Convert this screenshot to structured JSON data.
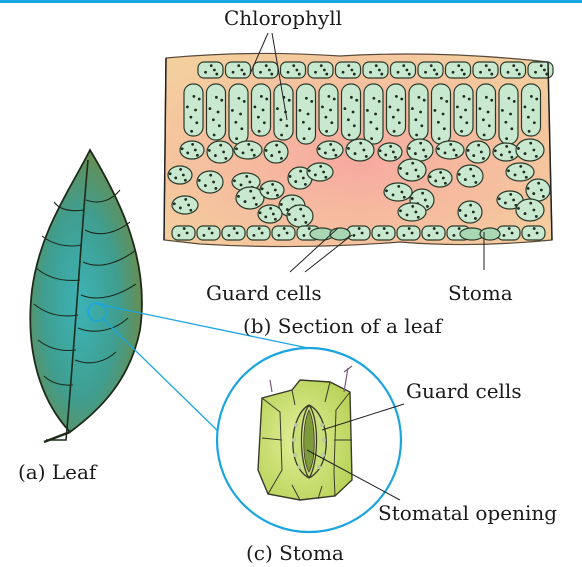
{
  "labels": {
    "chlorophyll": "Chlorophyll",
    "guard_cells_section": "Guard cells",
    "stoma_section": "Stoma",
    "section_caption": "(b) Section of a leaf",
    "leaf_caption": "(a) Leaf",
    "guard_cells_zoom": "Guard cells",
    "stomatal_opening": "Stomatal opening",
    "stoma_caption": "(c) Stoma"
  },
  "colors": {
    "accent_bar": "#1aa5e0",
    "zoom_circle": "#1aa5e0",
    "cell_fill": "#c8e8cf",
    "tissue_fill": "#f6c8a4",
    "leaf_fill": "#3fa39a"
  }
}
